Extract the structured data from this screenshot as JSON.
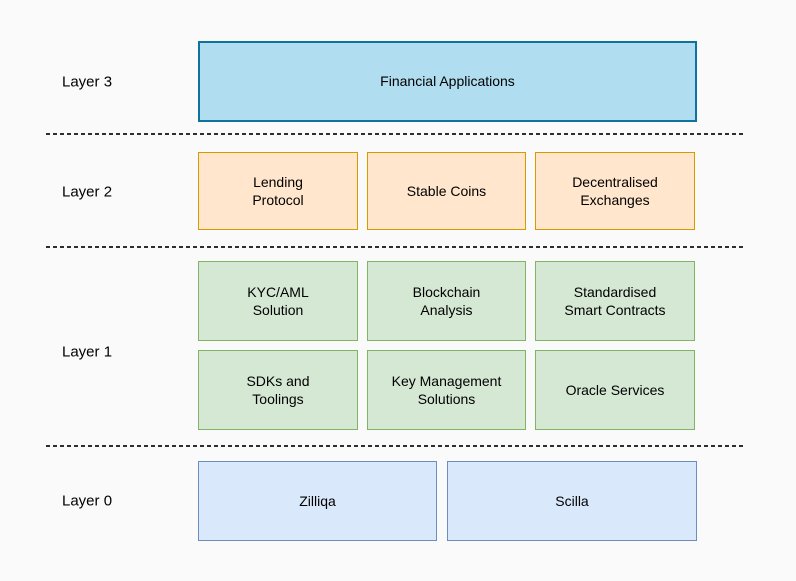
{
  "colors": {
    "background": "#fafafa",
    "text": "#000000",
    "divider": "#2e2e2e",
    "layer3_fill": "#b1ddf0",
    "layer3_stroke": "#10739e",
    "layer2_fill": "#ffe6cc",
    "layer2_stroke": "#d79b00",
    "layer1_fill": "#d5e8d4",
    "layer1_stroke": "#82b366",
    "layer0_fill": "#dae8fc",
    "layer0_stroke": "#6c8ebf"
  },
  "layer3": {
    "label": "Layer 3",
    "boxes": [
      "Financial Applications"
    ]
  },
  "layer2": {
    "label": "Layer 2",
    "boxes": [
      "Lending\nProtocol",
      "Stable Coins",
      "Decentralised\nExchanges"
    ]
  },
  "layer1": {
    "label": "Layer 1",
    "boxes": [
      "KYC/AML\nSolution",
      "Blockchain\nAnalysis",
      "Standardised\nSmart Contracts",
      "SDKs and\nToolings",
      "Key Management\nSolutions",
      "Oracle Services"
    ]
  },
  "layer0": {
    "label": "Layer 0",
    "boxes": [
      "Zilliqa",
      "Scilla"
    ]
  }
}
